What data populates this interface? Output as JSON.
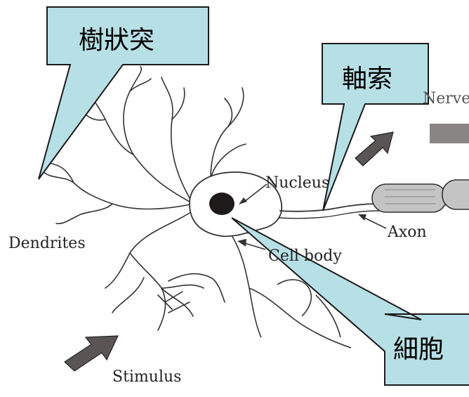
{
  "callouts": {
    "dendrites_zh": "樹狀突",
    "axon_zh": "軸索",
    "cell_body_zh": "細胞"
  },
  "labels": {
    "nerve": "Nerve",
    "nucleus": "Nucleus",
    "axon": "Axon",
    "dendrites": "Dendrites",
    "cell_body": "Cell body",
    "stimulus": "Stimulus"
  },
  "colors": {
    "callout_fill": "#b7e0e6",
    "callout_stroke": "#1a1a1a",
    "arrow_fill": "#5a5454",
    "axon_segment_fill": "#c4c4c4"
  }
}
